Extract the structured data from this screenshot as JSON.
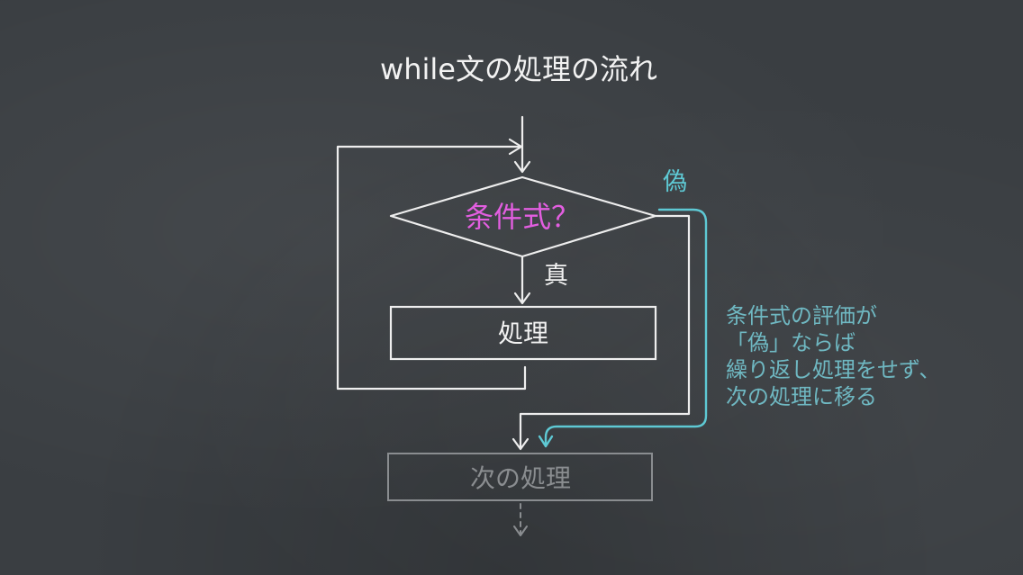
{
  "title": "while文の処理の流れ",
  "nodes": {
    "condition": "条件式？",
    "process": "処理",
    "next_process": "次の処理"
  },
  "edge_labels": {
    "true_label": "真",
    "false_label": "偽"
  },
  "note": {
    "lines": [
      "条件式の評価が",
      "「偽」ならば",
      "繰り返し処理をせず、",
      "次の処理に移る"
    ]
  },
  "colors": {
    "background": "#3a3e42",
    "chalk_white": "#eeeeee",
    "condition_text": "#e25ee0",
    "false_path": "#5ec9d4",
    "note_text": "#6fb8c2",
    "faded": "#8a8d90"
  }
}
